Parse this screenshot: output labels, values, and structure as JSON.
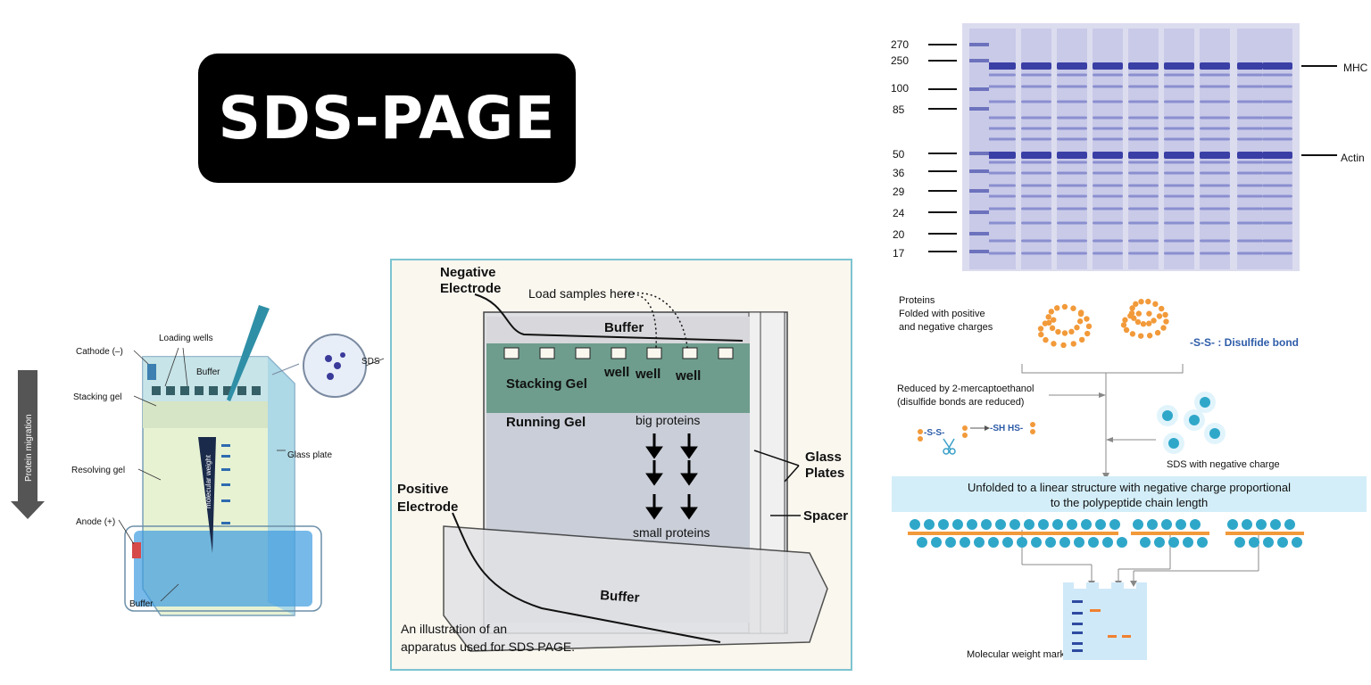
{
  "title": "SDS-PAGE",
  "left_diagram": {
    "arrow_label": "Protein migration",
    "cathode": "Cathode (–)",
    "loading_wells": "Loading wells",
    "buffer_top": "Buffer",
    "stacking_gel": "Stacking gel",
    "resolving_gel": "Resolving gel",
    "anode": "Anode (+)",
    "buffer_bottom": "Buffer",
    "glass_plate": "Glass plate",
    "sds": "SDS",
    "molecular_weight": "molecular weight"
  },
  "center_diagram": {
    "negative_electrode_1": "Negative",
    "negative_electrode_2": "Electrode",
    "load_samples": "Load samples here",
    "buffer_top": "Buffer",
    "well_1": "well",
    "well_2": "well",
    "well_3": "well",
    "stacking_gel": "Stacking Gel",
    "running_gel": "Running Gel",
    "big_proteins": "big proteins",
    "small_proteins": "small proteins",
    "glass_1": "Glass",
    "glass_2": "Plates",
    "spacer": "Spacer",
    "positive_electrode_1": "Positive",
    "positive_electrode_2": "Electrode",
    "buffer_bottom": "Buffer",
    "caption_1": "An illustration of an",
    "caption_2": "apparatus used for SDS PAGE."
  },
  "gel_image": {
    "markers": [
      "270",
      "250",
      "100",
      "85",
      "50",
      "36",
      "29",
      "24",
      "20",
      "17"
    ],
    "label_mhc": "MHC",
    "label_actin": "Actin"
  },
  "mechanism": {
    "proteins_1": "Proteins",
    "proteins_2": "Folded with positive",
    "proteins_3": "and negative charges",
    "disulfide": "-S-S- : Disulfide bond",
    "reduced_1": "Reduced by 2-mercaptoethanol",
    "reduced_2": "(disulfide bonds are reduced)",
    "ss": "-S-S-",
    "sh": "-SH HS-",
    "sds_neg": "SDS with negative charge",
    "unfolded_1": "Unfolded to a linear structure with negative charge proportional",
    "unfolded_2": "to the polypeptide chain length",
    "mw_markers": "Molecular weight markers"
  }
}
